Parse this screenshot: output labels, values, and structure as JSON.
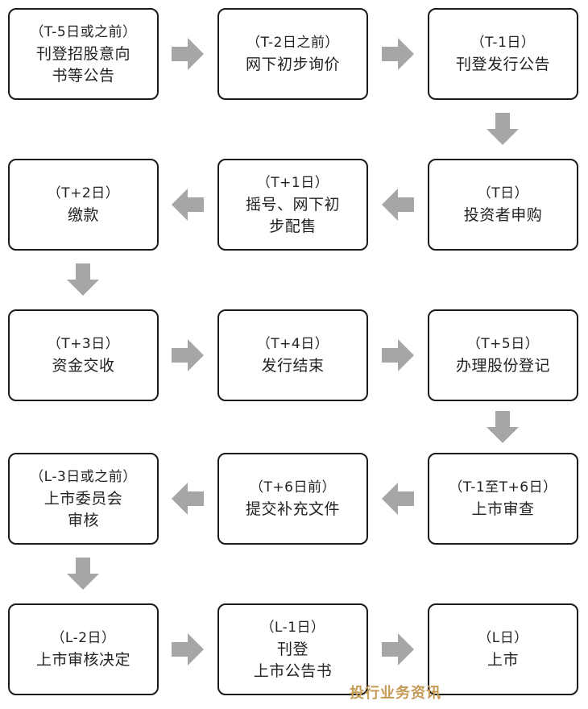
{
  "colors": {
    "box_border": "#1a1a1a",
    "arrow_fill": "#a6a6a6",
    "text": "#222222",
    "watermark": "#c49a55"
  },
  "steps": [
    {
      "date": "（T-5日或之前）",
      "lines": [
        "刊登招股意向",
        "书等公告"
      ]
    },
    {
      "date": "（T-2日之前）",
      "lines": [
        "网下初步询价"
      ]
    },
    {
      "date": "（T-1日）",
      "lines": [
        "刊登发行公告"
      ]
    },
    {
      "date": "（T+2日）",
      "lines": [
        "缴款"
      ]
    },
    {
      "date": "（T+1日）",
      "lines": [
        "摇号、网下初",
        "步配售"
      ]
    },
    {
      "date": "（T日）",
      "lines": [
        "投资者申购"
      ]
    },
    {
      "date": "（T+3日）",
      "lines": [
        "资金交收"
      ]
    },
    {
      "date": "（T+4日）",
      "lines": [
        "发行结束"
      ]
    },
    {
      "date": "（T+5日）",
      "lines": [
        "办理股份登记"
      ]
    },
    {
      "date": "（L-3日或之前）",
      "lines": [
        "上市委员会",
        "审核"
      ]
    },
    {
      "date": "（T+6日前）",
      "lines": [
        "提交补充文件"
      ]
    },
    {
      "date": "（T-1至T+6日）",
      "lines": [
        "上市审查"
      ]
    },
    {
      "date": "（L-2日）",
      "lines": [
        "上市审核决定"
      ]
    },
    {
      "date": "（L-1日）",
      "lines": [
        "刊登",
        "上市公告书"
      ]
    },
    {
      "date": "（L日）",
      "lines": [
        "上市"
      ]
    }
  ],
  "arrows": [
    {
      "dir": "right"
    },
    {
      "dir": "right"
    },
    {
      "dir": "down"
    },
    {
      "dir": "left"
    },
    {
      "dir": "left"
    },
    {
      "dir": "down"
    },
    {
      "dir": "right"
    },
    {
      "dir": "right"
    },
    {
      "dir": "down"
    },
    {
      "dir": "left"
    },
    {
      "dir": "left"
    },
    {
      "dir": "down"
    },
    {
      "dir": "right"
    },
    {
      "dir": "right"
    }
  ],
  "watermark": "投行业务资讯"
}
